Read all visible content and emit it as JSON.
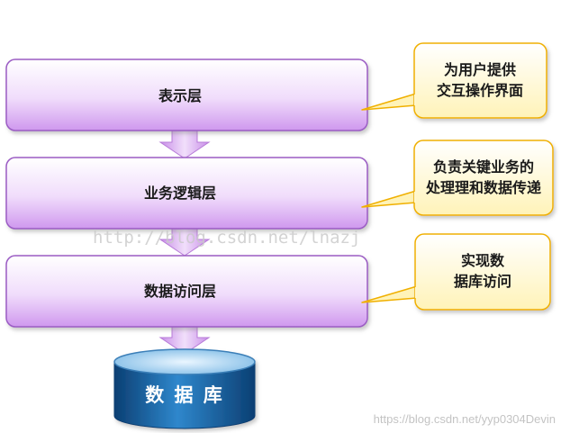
{
  "layers": [
    {
      "label": "表示层"
    },
    {
      "label": "业务逻辑层"
    },
    {
      "label": "数据访问层"
    }
  ],
  "callouts": [
    {
      "lines": [
        "为用户提供",
        "交互操作界面"
      ]
    },
    {
      "lines": [
        "负责关键业务的",
        "处理理和数据传递"
      ]
    },
    {
      "lines": [
        "实现数",
        "据库访问"
      ]
    }
  ],
  "database": {
    "label": "数 据 库"
  },
  "watermarks": {
    "blog": "http://blog.csdn.net/lnazj",
    "source": "https://blog.csdn.net/yyp0304Devin"
  },
  "colors": {
    "layer_fill_top": "#ffffff",
    "layer_fill_bottom": "#d7a7f2",
    "layer_border": "#9b5cc4",
    "arrow_fill": "#d7a6ef",
    "callout_fill": "#fffbd8",
    "callout_border": "#f0b000",
    "db_top": "#cfe9ff",
    "db_body": "#1f6fb2"
  }
}
